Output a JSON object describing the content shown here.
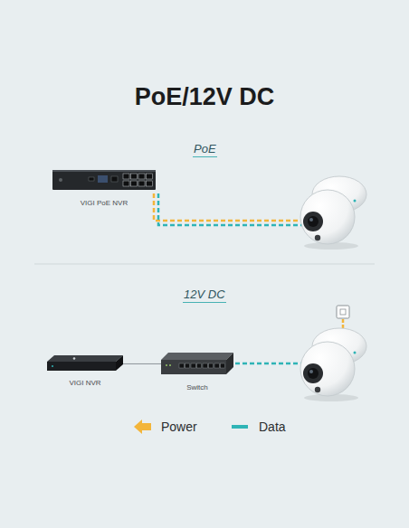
{
  "diagram": {
    "title": "PoE/12V DC",
    "nodes": [
      {
        "text": [
          "VIGI PoE NVR"
        ]
      },
      {
        "text": [
          "VIGI NVR"
        ]
      },
      {
        "text": [
          "Switch"
        ]
      }
    ],
    "edges": [
      {
        "from": 1,
        "to": 2,
        "arrow": "none"
      }
    ],
    "labels": [
      "PoE",
      "12V DC"
    ],
    "legend": [
      {
        "text": "Power"
      },
      {
        "text": "Data"
      }
    ]
  }
}
